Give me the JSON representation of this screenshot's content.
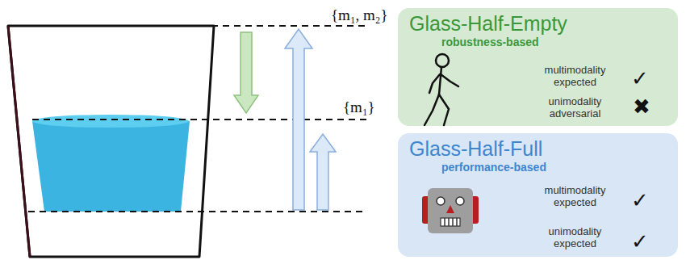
{
  "diagram": {
    "nodes": [
      {
        "text": [
          "Glass-Half-Empty",
          "robustness-based"
        ]
      },
      {
        "text": [
          "Glass-Half-Full",
          "performance-based"
        ]
      }
    ],
    "labels": [
      "{m₁, m₂}",
      "{m₁}",
      "multimodality expected",
      "✓",
      "unimodality adversarial",
      "✖",
      "multimodality expected",
      "✓",
      "unimodality expected",
      "✓"
    ]
  }
}
